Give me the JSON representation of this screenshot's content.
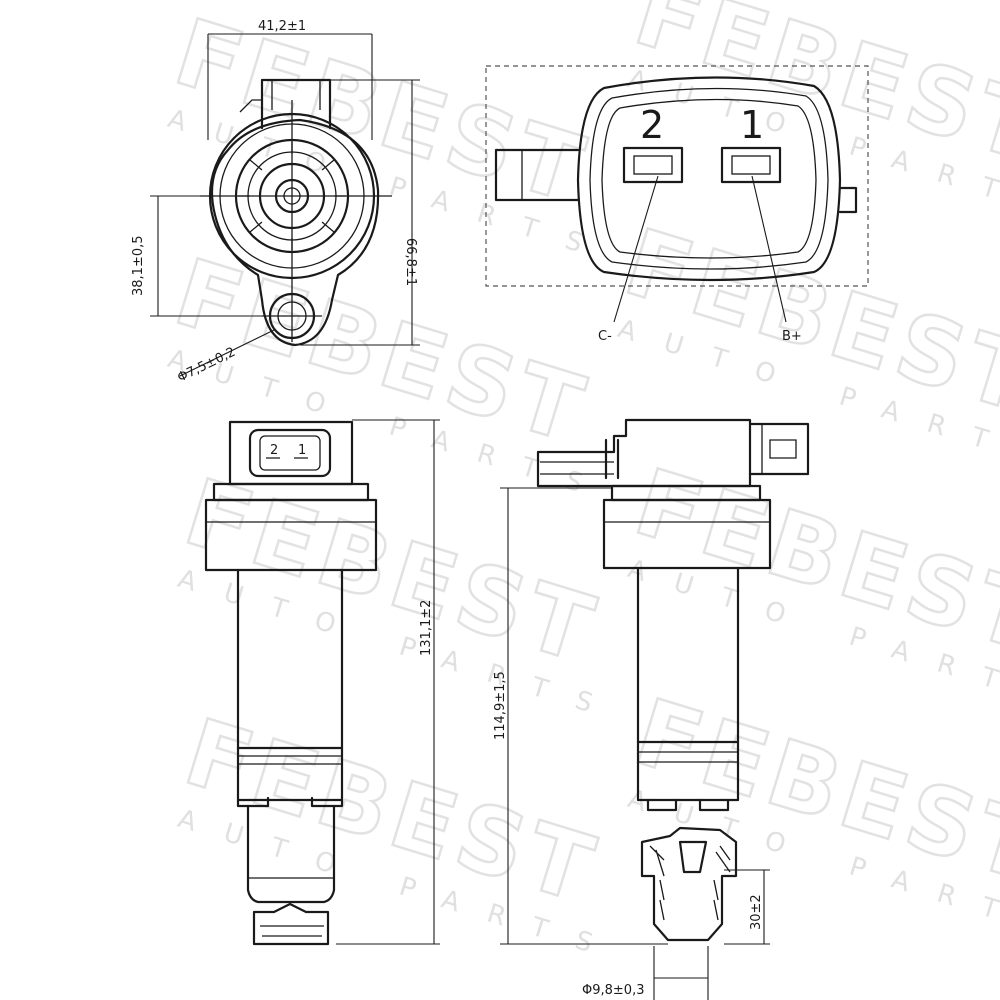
{
  "watermark": {
    "brand": "FEBEST",
    "tagline": "AUTO PARTS"
  },
  "connector_pins": [
    {
      "number": "2",
      "signal": "C-"
    },
    {
      "number": "1",
      "signal": "B+"
    }
  ],
  "mini_pins": [
    "2",
    "1"
  ],
  "dimensions": {
    "body_width": "41,2±1",
    "body_height": "66,8±1",
    "mount_offset": "38,1±0,5",
    "mount_hole": "Φ7,5±0,2",
    "total_length": "131,1±2",
    "boot_length": "114,9±1,5",
    "tip_length": "30±2",
    "tip_diameter": "Φ9,8±0,3"
  }
}
